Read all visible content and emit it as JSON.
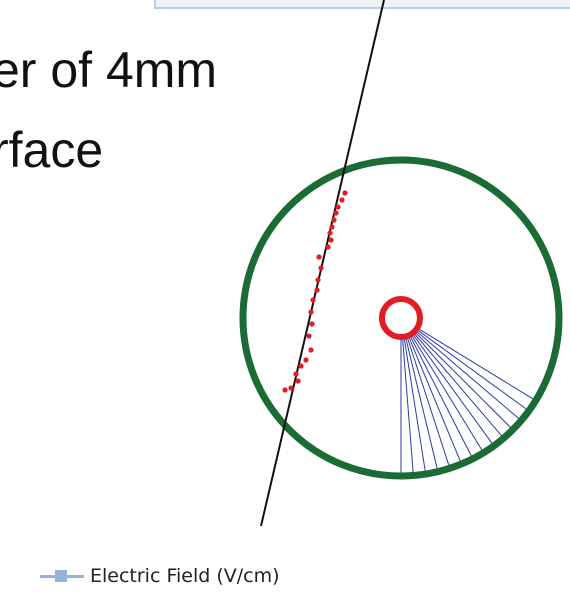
{
  "slide": {
    "line1": "er of 4mm",
    "line2": "rface"
  },
  "legend": {
    "label": "Electric Field (V/cm)"
  },
  "colors": {
    "outer_cathode": "#1a6b34",
    "anode_wire": "#e31b23",
    "field_lines": "#2b3aa8",
    "ionization": "#e31b23",
    "track": "#111111",
    "legend_marker": "#93b3d9"
  }
}
